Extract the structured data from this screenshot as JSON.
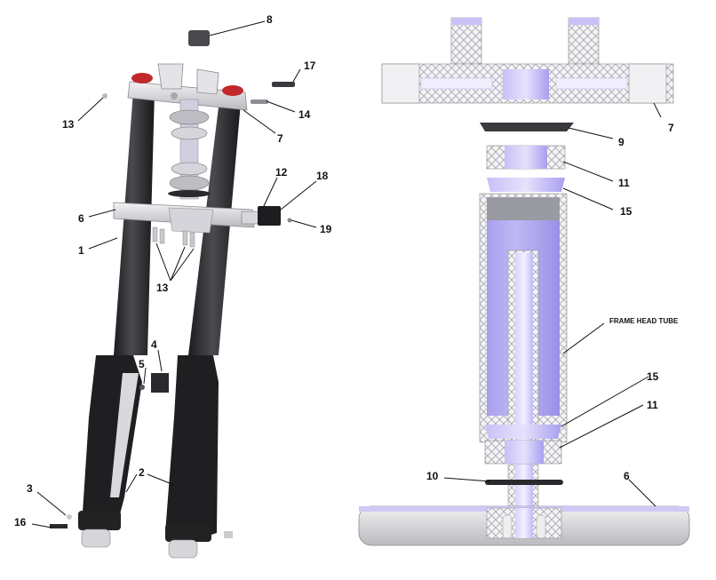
{
  "diagram": {
    "callouts_left": [
      "8",
      "17",
      "13",
      "14",
      "7",
      "12",
      "18",
      "6",
      "19",
      "1",
      "13",
      "4",
      "5",
      "2",
      "3",
      "16"
    ],
    "callouts_right": [
      "7",
      "9",
      "11",
      "15",
      "FRAME HEAD TUBE",
      "15",
      "11",
      "10",
      "6"
    ]
  },
  "colors": {
    "fork_tube": "#2b2b2e",
    "aluminum": "#d8d8dc",
    "lavender": "#b4aaf2",
    "cap_red": "#c0282c",
    "hatch": "#9a9aa2"
  }
}
